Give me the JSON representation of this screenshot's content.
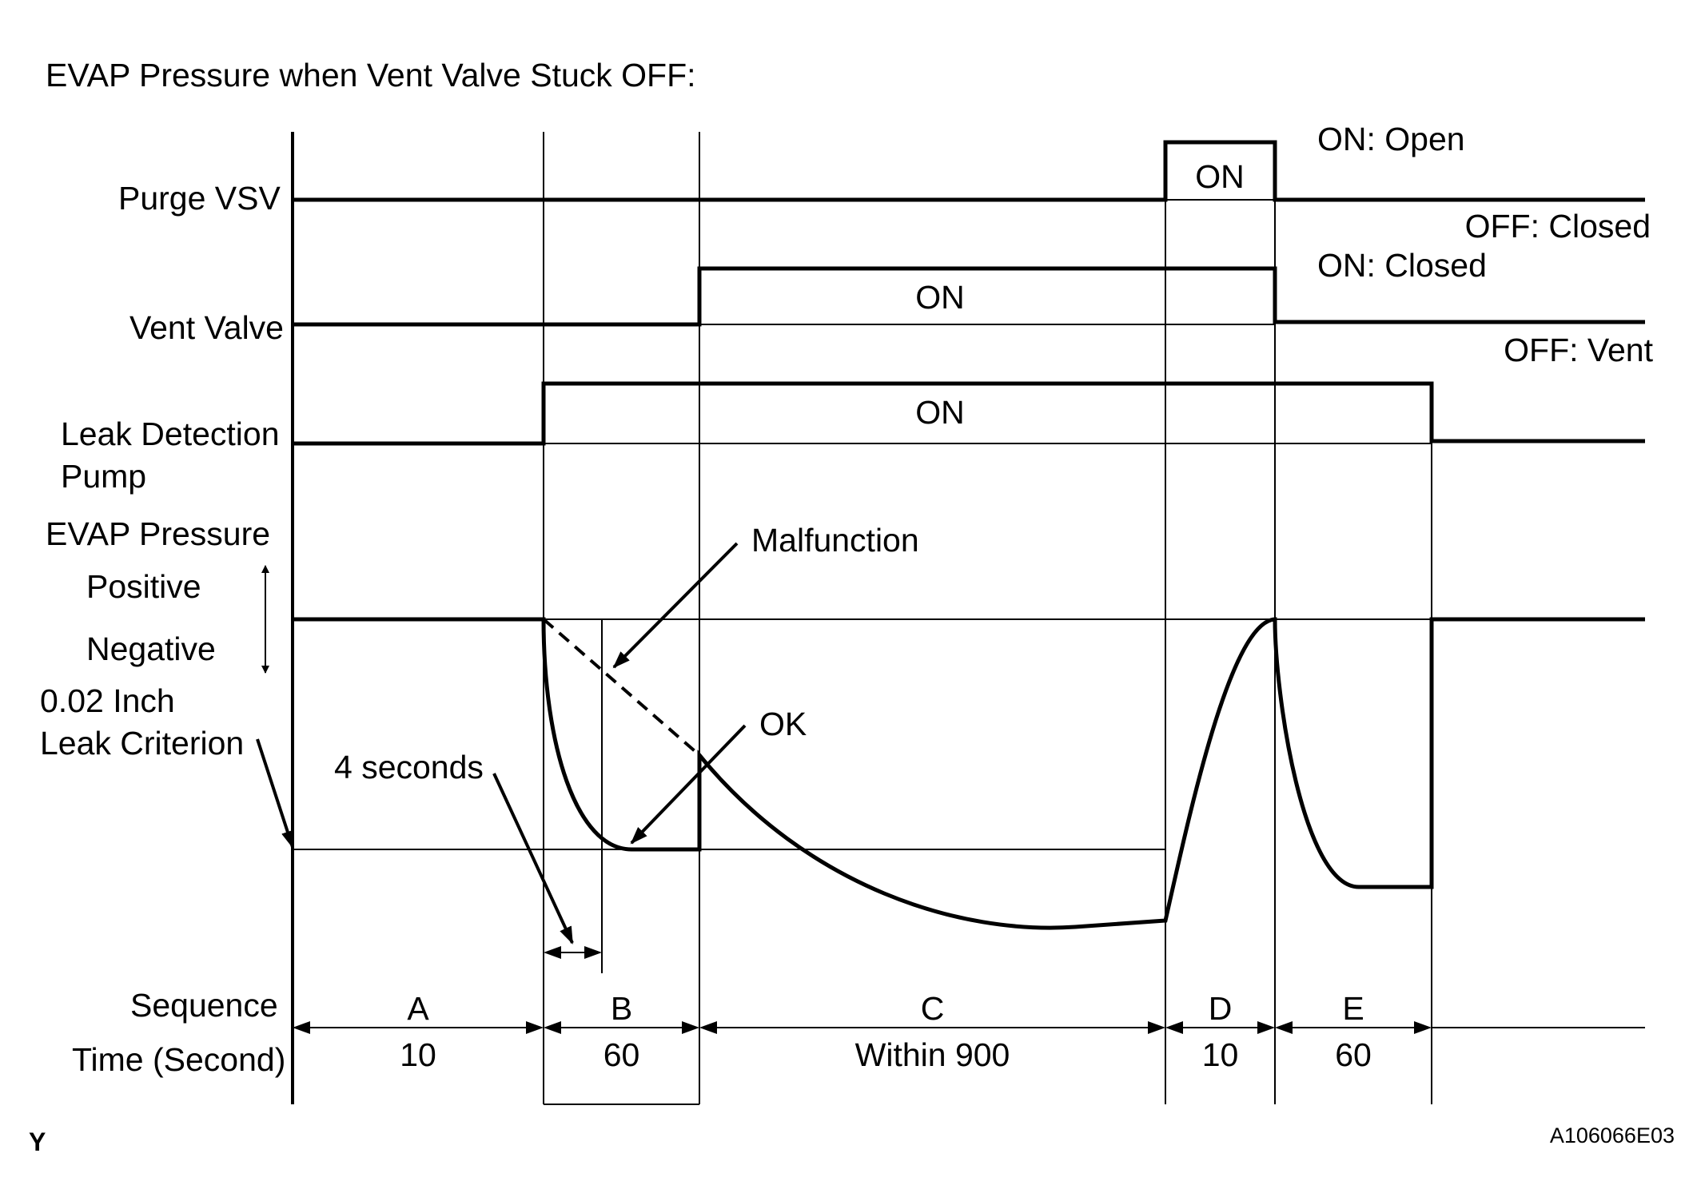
{
  "title": "EVAP Pressure when Vent Valve Stuck OFF:",
  "signals": {
    "purge_vsv": {
      "label": "Purge VSV",
      "state_on": "ON",
      "legend_on": "ON: Open",
      "legend_off": "OFF: Closed"
    },
    "vent_valve": {
      "label": "Vent Valve",
      "state_on": "ON",
      "legend_on": "ON: Closed",
      "legend_off": "OFF: Vent"
    },
    "leak_pump": {
      "label_line1": "Leak Detection",
      "label_line2": "Pump",
      "state_on": "ON"
    },
    "evap_pressure": {
      "label": "EVAP Pressure",
      "positive": "Positive",
      "negative": "Negative"
    }
  },
  "criterion": {
    "line1": "0.02 Inch",
    "line2": "Leak Criterion"
  },
  "annotations": {
    "malfunction": "Malfunction",
    "ok": "OK",
    "four_seconds": "4 seconds"
  },
  "sequence": {
    "label": "Sequence",
    "time_label": "Time (Second)",
    "steps": [
      {
        "name": "A",
        "time": "10"
      },
      {
        "name": "B",
        "time": "60"
      },
      {
        "name": "C",
        "time": "Within 900"
      },
      {
        "name": "D",
        "time": "10"
      },
      {
        "name": "E",
        "time": "60"
      }
    ]
  },
  "footer": {
    "left": "Y",
    "right": "A106066E03"
  }
}
